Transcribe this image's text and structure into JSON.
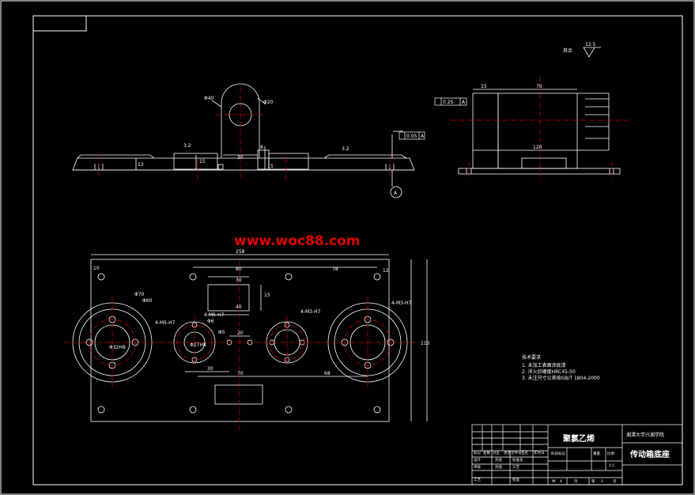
{
  "watermark": "www.woc88.com",
  "roughness": {
    "label": "其余",
    "value": "12.5"
  },
  "front_view": {
    "diameters": {
      "outer": "Φ40",
      "bore": "Φ20"
    },
    "roughness_a": "3.2",
    "roughness_b": "3.2",
    "dims": {
      "h1": "13",
      "h2": "15",
      "w1": "30",
      "w2": "8",
      "h3": "15"
    },
    "parallel": "0.05",
    "datum": "A"
  },
  "side_view": {
    "parallel": "0.25",
    "datum": "A",
    "dims": {
      "left": "15",
      "top": "70",
      "width": "120"
    }
  },
  "plan_view": {
    "overall_width": "258",
    "edge_offset": "10",
    "slot_span": "80",
    "right_span": "78",
    "right_offset": "12",
    "slot_w": "30",
    "slot_h": "15",
    "slot_pitch": "40",
    "circle_outer": "Φ70",
    "circle_mid": "Φ60",
    "bore_left": "Φ32H8",
    "tap_left": "4-M5-H7",
    "tap_mid": "4-M5-H7",
    "bore_mid": "Φ27H8",
    "small_hole": "Φ5",
    "small_bore": "Φ6",
    "pitch20": "20",
    "tap_right": "4-M3-H7",
    "tap_right_outer": "4-M3-H7",
    "dim30": "30",
    "dim70": "70",
    "dim68": "68",
    "height": "110"
  },
  "tech_notes": {
    "title": "技术要求",
    "items": [
      "1. 未加工表面涂底漆",
      "2. 淬火后硬度HRC45-50",
      "3. 未注尺寸公差按GB/T 1804-2000"
    ]
  },
  "title_block": {
    "material": "聚氯乙烯",
    "school": "湘潭大学兴湘学院",
    "part_name": "传动箱底座",
    "scale": "1:1",
    "sheet_info": [
      "共",
      "4",
      "页",
      "第",
      "1",
      "页"
    ],
    "row_labels": [
      "标记",
      "处数",
      "分区",
      "更改文件号",
      "签名",
      "年月日"
    ],
    "design_row": [
      "设计",
      "刘浩",
      "标准化"
    ],
    "check_row": [
      "审核",
      "刘浩",
      "工艺"
    ],
    "process_row": [
      "工艺",
      "",
      "批准"
    ],
    "stage_label": "阶段标记",
    "weight_label": "重量",
    "scale_label": "比例"
  }
}
